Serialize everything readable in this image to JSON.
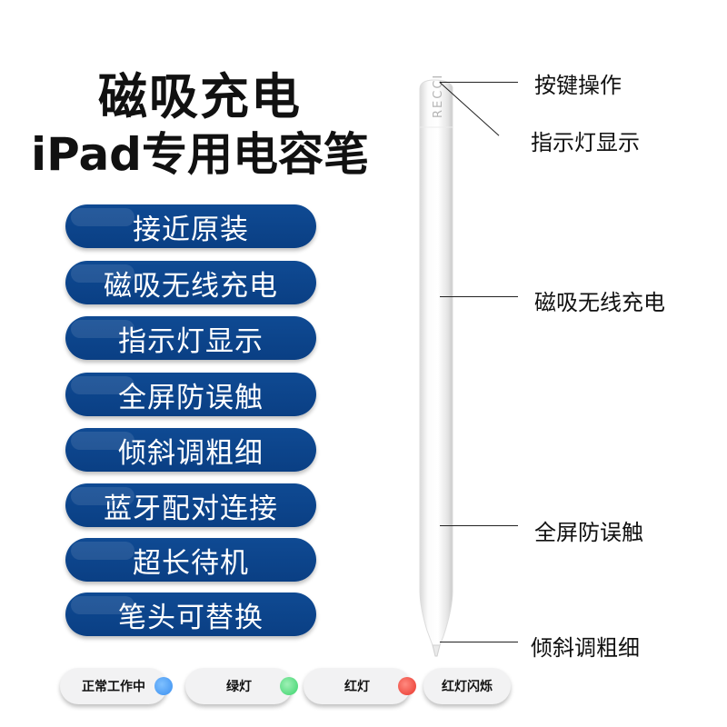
{
  "title_line1": "磁吸充电",
  "title_line2": "iPad专用电容笔",
  "features": [
    "接近原装",
    "磁吸无线充电",
    "指示灯显示",
    "全屏防误触",
    "倾斜调粗细",
    "蓝牙配对连接",
    "超长待机",
    "笔头可替换"
  ],
  "pen_brand": "RECCI",
  "callouts": {
    "button": "按键操作",
    "indicator": "指示灯显示",
    "magnetic": "磁吸无线充电",
    "palm": "全屏防误触",
    "tilt": "倾斜调粗细"
  },
  "status": [
    {
      "label": "正常工作中",
      "color": "#3a8ff0"
    },
    {
      "label": "绿灯",
      "color": "#39d36a"
    },
    {
      "label": "红灯",
      "color": "#e8352b"
    },
    {
      "label": "红灯闪烁",
      "color": ""
    }
  ],
  "colors": {
    "pill": "#0c4488",
    "accent_blue": "#3a8ff0",
    "accent_green": "#39d36a",
    "accent_red": "#e8352b"
  }
}
